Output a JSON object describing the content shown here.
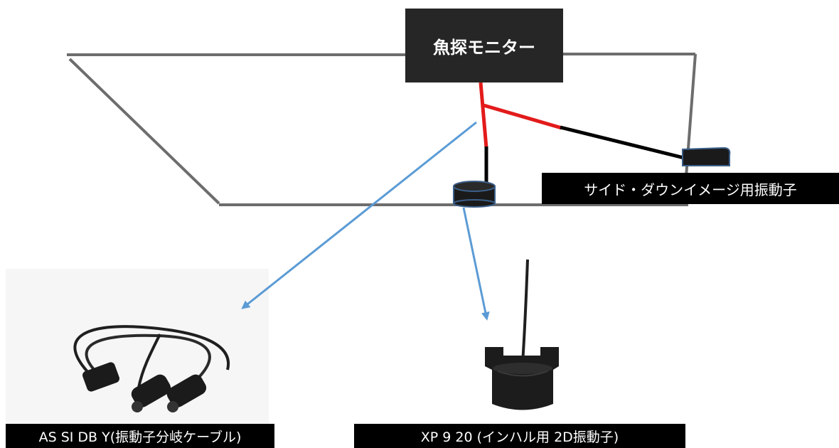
{
  "monitor": {
    "label": "魚探モニター"
  },
  "labels": {
    "side_transducer": "サイド・ダウンイメージ用振動子",
    "y_cable": "AS SI DB Y(振動子分岐ケーブル)",
    "inhull_transducer": "XP 9 20 (インハル用 2D振動子)"
  },
  "colors": {
    "hull": "#6d6d6d",
    "cable_red": "#e31b1b",
    "cable_black": "#000000",
    "arrow_blue": "#5b9bd5",
    "monitor_fill": "#262626"
  }
}
